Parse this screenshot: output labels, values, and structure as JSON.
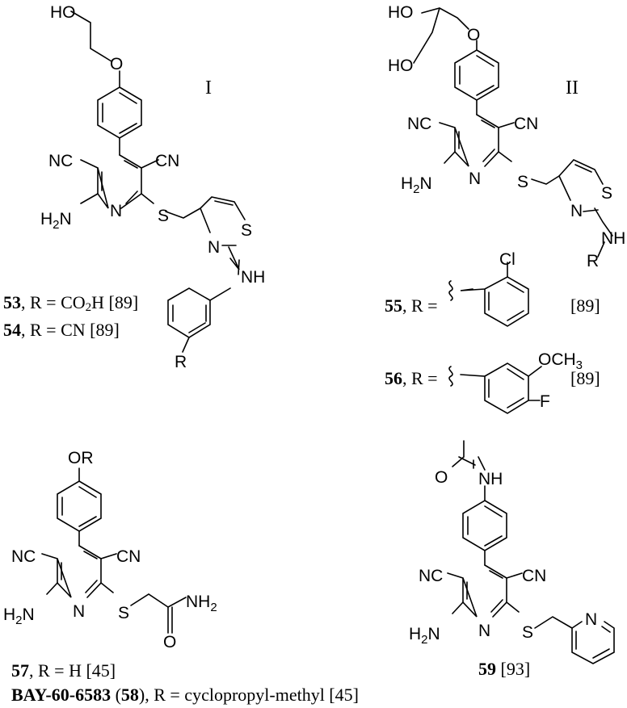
{
  "panels": {
    "roman1": "I",
    "roman2": "II"
  },
  "atoms": {
    "HO": "HO",
    "O": "O",
    "NC": "NC",
    "CN": "CN",
    "N": "N",
    "S": "S",
    "H2N": "H2N",
    "NH": "NH",
    "NH2": "NH2",
    "R": "R",
    "Cl": "Cl",
    "F": "F",
    "OCH3": "OCH3",
    "OR": "OR"
  },
  "captions": {
    "c53": {
      "num": "53",
      "text": ", R = CO2H [89]"
    },
    "c54": {
      "num": "54",
      "text": ", R = CN [89]"
    },
    "c55": {
      "num": "55",
      "text": ", R =",
      "ref": "[89]"
    },
    "c56": {
      "num": "56",
      "text": ", R =",
      "ref": "[89]"
    },
    "c57": {
      "num": "57",
      "text": ", R = H [45]"
    },
    "c58": {
      "name": "BAY-60-6583",
      "open": " (",
      "num": "58",
      "close": "), R = cyclopropyl-methyl [45]"
    },
    "c59": {
      "num": "59",
      "text": " [93]"
    }
  }
}
